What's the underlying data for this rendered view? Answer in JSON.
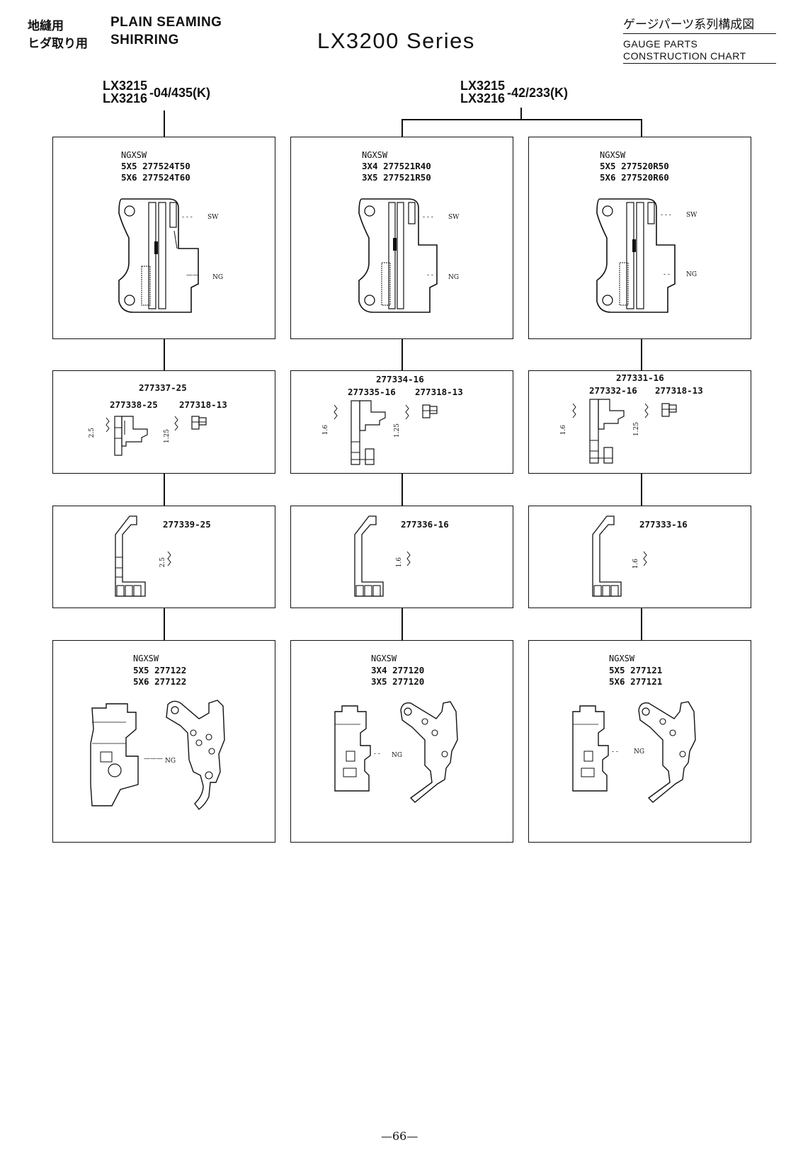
{
  "header": {
    "jp_line1": "地縫用",
    "jp_line2": "ヒダ取り用",
    "en_line1": "PLAIN SEAMING",
    "en_line2": "SHIRRING",
    "series_title": "LX3200 Series",
    "jp_title": "ゲージパーツ系列構成図",
    "en_title_line1": "GAUGE PARTS",
    "en_title_line2": "CONSTRUCTION CHART"
  },
  "columns": [
    {
      "model_a": "LX3215",
      "model_b": "LX3216",
      "model_suffix": "-04/435(K)",
      "throat_plate": {
        "heading": "NGXSW",
        "rows": [
          "5X5 277524T50",
          "5X6 277524T60"
        ],
        "sw_label": "SW",
        "ng_label": "NG"
      },
      "feed_dogs": {
        "top": "277337-25",
        "left": "277338-25",
        "right": "277318-13",
        "dim_left": "2.5",
        "dim_right": "1.25"
      },
      "presser": {
        "part": "277339-25",
        "dim": "2.5"
      },
      "foot": {
        "heading": "NGXSW",
        "rows": [
          "5X5 277122",
          "5X6 277122"
        ],
        "ng_label": "NG"
      }
    },
    {
      "model_a": "LX3215",
      "model_b": "LX3216",
      "model_suffix": "-42/233(K)",
      "throat_plate": {
        "heading": "NGXSW",
        "rows": [
          "3X4 277521R40",
          "3X5 277521R50"
        ],
        "sw_label": "SW",
        "ng_label": "NG"
      },
      "feed_dogs": {
        "top": "277334-16",
        "left": "277335-16",
        "right": "277318-13",
        "dim_left": "1.6",
        "dim_right": "1.25"
      },
      "presser": {
        "part": "277336-16",
        "dim": "1.6"
      },
      "foot": {
        "heading": "NGXSW",
        "rows": [
          "3X4 277120",
          "3X5 277120"
        ],
        "ng_label": "NG"
      }
    },
    {
      "throat_plate": {
        "heading": "NGXSW",
        "rows": [
          "5X5 277520R50",
          "5X6 277520R60"
        ],
        "sw_label": "SW",
        "ng_label": "NG"
      },
      "feed_dogs": {
        "top": "277331-16",
        "left": "277332-16",
        "right": "277318-13",
        "dim_left": "1.6",
        "dim_right": "1.25"
      },
      "presser": {
        "part": "277333-16",
        "dim": "1.6"
      },
      "foot": {
        "heading": "NGXSW",
        "rows": [
          "5X5 277121",
          "5X6 277121"
        ],
        "ng_label": "NG"
      }
    }
  ],
  "page_number": "—66—"
}
